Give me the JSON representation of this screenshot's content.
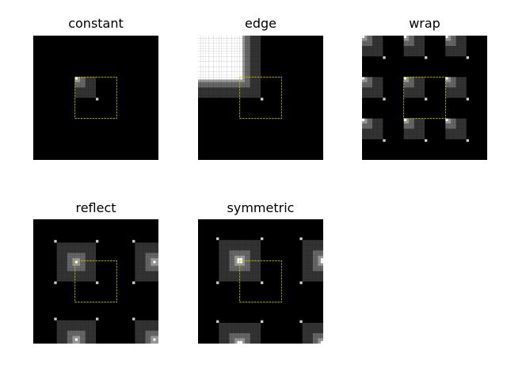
{
  "figure": {
    "source_image": {
      "size": 16,
      "background_value": 0,
      "regions": [
        {
          "rows_below": 8,
          "cols_below": 8,
          "value": 0.2
        },
        {
          "rows_below": 4,
          "cols_below": 4,
          "value": 0.4
        },
        {
          "rows_below": 2,
          "cols_below": 2,
          "value": 0.6
        },
        {
          "rows_below": 1,
          "cols_below": 1,
          "value": 1.0
        }
      ],
      "points": [
        {
          "row": 8,
          "col": 8,
          "value": 0.8
        }
      ]
    },
    "pad_width": 16,
    "box_color": "#c8c800",
    "colormap": "gray"
  },
  "chart_data": [
    {
      "type": "heatmap",
      "title": "constant",
      "mode": "constant"
    },
    {
      "type": "heatmap",
      "title": "edge",
      "mode": "edge"
    },
    {
      "type": "heatmap",
      "title": "wrap",
      "mode": "wrap"
    },
    {
      "type": "heatmap",
      "title": "reflect",
      "mode": "reflect"
    },
    {
      "type": "heatmap",
      "title": "symmetric",
      "mode": "symmetric"
    }
  ]
}
